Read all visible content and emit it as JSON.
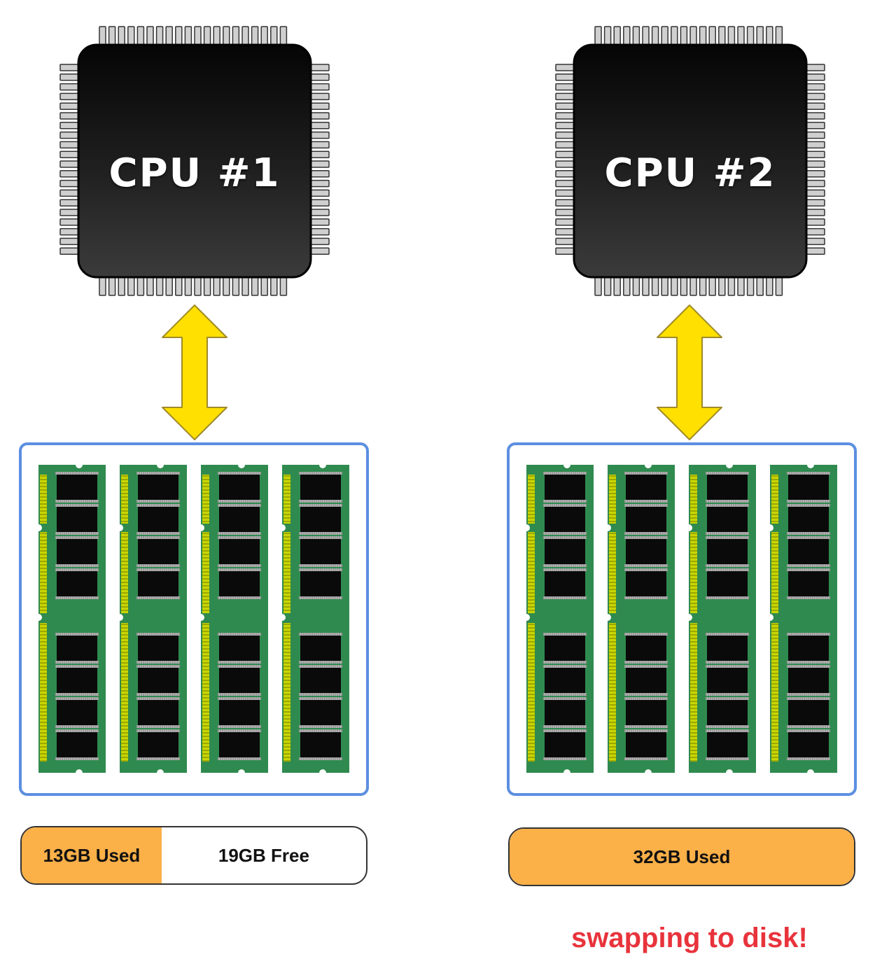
{
  "panels": [
    {
      "cpu_label": "CPU #1",
      "memory": {
        "used_label": "13GB Used",
        "free_label": "19GB Free",
        "used_gb": 13,
        "total_gb": 32
      },
      "note": ""
    },
    {
      "cpu_label": "CPU #2",
      "memory": {
        "used_label": "32GB Used",
        "free_label": "",
        "used_gb": 32,
        "total_gb": 32
      },
      "note": "swapping to disk!"
    }
  ],
  "colors": {
    "ram_border": "#5c8fe0",
    "used_fill": "#fbb048",
    "arrow_fill": "#ffe000",
    "warning_text": "#e8333c",
    "dimm_pcb": "#2f8a4f",
    "cpu_body": "#1a1a1a"
  },
  "icons": [
    "cpu-chip-icon",
    "double-arrow-icon",
    "ram-module-icon"
  ]
}
